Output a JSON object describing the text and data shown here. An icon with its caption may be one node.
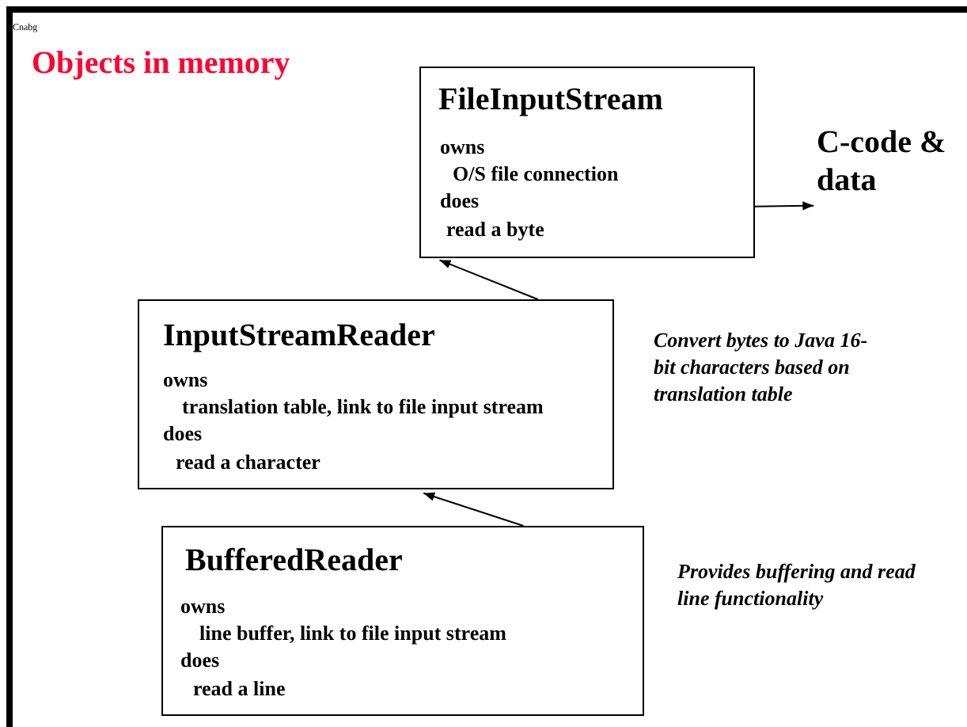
{
  "diagram": {
    "title": "Objects in memory",
    "nodes": [
      {
        "text": [
          "FileInputStream",
          "owns",
          "O/S file connection",
          "does",
          "read a byte"
        ]
      },
      {
        "text": [
          "C-code & data"
        ]
      },
      {
        "text": [
          "InputStreamReader",
          "owns",
          "translation table, link to file input stream",
          "does",
          "read a character"
        ]
      },
      {
        "text": [
          "BufferedReader",
          "owns",
          "line buffer, link to file input stream",
          "does",
          "read a line"
        ]
      }
    ],
    "edges": [
      {
        "from": 0,
        "to": 1,
        "arrow": "to"
      },
      {
        "from": 2,
        "to": 0,
        "arrow": "to"
      },
      {
        "from": 3,
        "to": 2,
        "arrow": "to"
      }
    ],
    "labels": [
      "Cnabg",
      "Convert bytes to Java 16-bit characters based on translation table",
      "Provides buffering and read line functionality"
    ]
  }
}
